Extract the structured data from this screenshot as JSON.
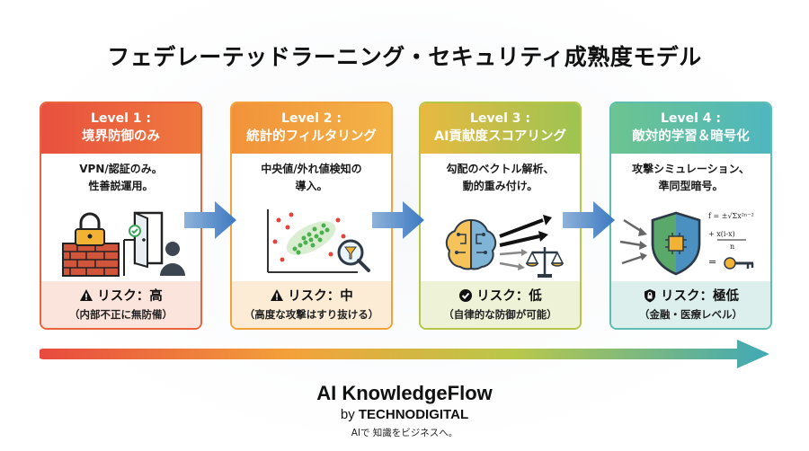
{
  "title": "フェデレーテッドラーニング・セキュリティ成熟度モデル",
  "levels": [
    {
      "level": "Level 1 :",
      "name": "境界防御のみ",
      "desc_line1": "VPN/認証のみ。",
      "desc_line2": "性善説運用。",
      "risk": "リスク：高",
      "risk_note": "（内部不正に無防備）",
      "risk_icon": "warning-icon",
      "color": "#e9633d"
    },
    {
      "level": "Level 2 :",
      "name": "統計的フィルタリング",
      "desc_line1": "中央値/外れ値検知の",
      "desc_line2": "導入。",
      "risk": "リスク：中",
      "risk_note": "（高度な攻撃はすり抜ける）",
      "risk_icon": "warning-icon",
      "color": "#f2a23c"
    },
    {
      "level": "Level 3 :",
      "name": "AI貢献度スコアリング",
      "desc_line1": "勾配のベクトル解析、",
      "desc_line2": "動的重み付け。",
      "risk": "リスク：低",
      "risk_note": "（自律的な防御が可能）",
      "risk_icon": "check-circle-icon",
      "color": "#b5c64a"
    },
    {
      "level": "Level 4 :",
      "name": "敵対的学習＆暗号化",
      "desc_line1": "攻撃シミュレーション、",
      "desc_line2": "準同型暗号。",
      "risk": "リスク：極低",
      "risk_note": "（金融・医療レベル）",
      "risk_icon": "lock-icon",
      "color": "#5cbdb0"
    }
  ],
  "brand": {
    "name": "AI KnowledgeFlow",
    "by": "by",
    "company": "TECHNODIGITAL",
    "tagline": "AIで 知識をビジネスへ。"
  },
  "formula": {
    "line1": "f = ±√Σx²ⁿ⁻²",
    "line2": "+ x(i-x)",
    "line3": "n",
    "line4": "="
  }
}
